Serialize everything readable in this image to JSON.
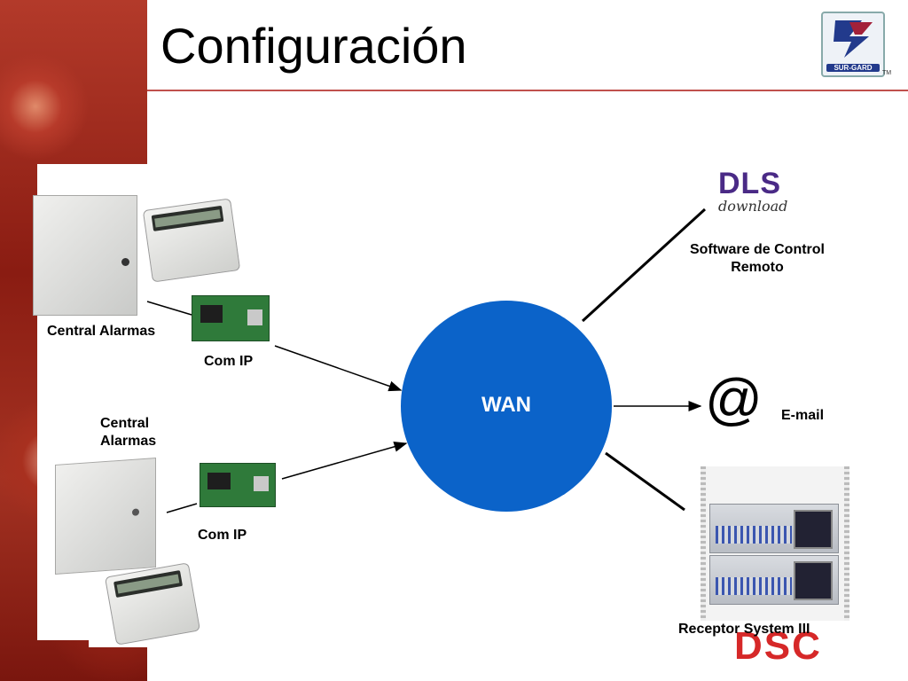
{
  "slide": {
    "title": "Configuración"
  },
  "logos": {
    "surgard": "SUR-GARD",
    "surgard_tm": "TM",
    "dls_top": "DLS",
    "dls_bottom": "download",
    "dsc": "DSC"
  },
  "diagram": {
    "hub_label": "WAN",
    "nodes": {
      "central_alarmas_1": "Central Alarmas",
      "com_ip_1": "Com IP",
      "central_alarmas_2": "Central Alarmas",
      "com_ip_2": "Com IP",
      "software": "Software de Control Remoto",
      "email_symbol": "@",
      "email": "E-mail",
      "receptor": "Receptor System III"
    }
  },
  "colors": {
    "hub": "#0b63c9",
    "title_rule": "#c0504d",
    "accent_red": "#d62828"
  }
}
